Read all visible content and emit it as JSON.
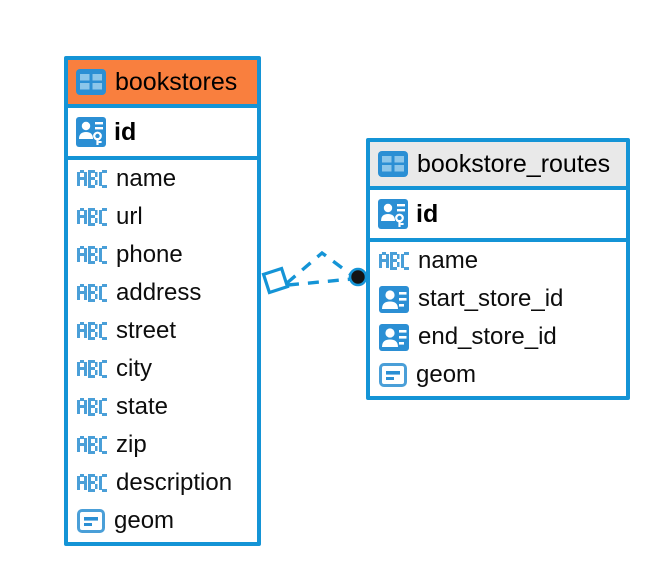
{
  "diagram": {
    "type": "entity-relationship-diagram",
    "background": "#ffffff",
    "accent_color": "#1494d6",
    "header_orange": "#f97f3e",
    "header_grey": "#e9e9e9",
    "entities": [
      {
        "name": "bookstores",
        "header_style": "orange",
        "table_icon": "table-icon",
        "primary_key": {
          "label": "id",
          "icon": "primary-key-icon"
        },
        "fields": [
          {
            "label": "name",
            "icon": "abc-text-icon"
          },
          {
            "label": "url",
            "icon": "abc-text-icon"
          },
          {
            "label": "phone",
            "icon": "abc-text-icon"
          },
          {
            "label": "address",
            "icon": "abc-text-icon"
          },
          {
            "label": "street",
            "icon": "abc-text-icon"
          },
          {
            "label": "city",
            "icon": "abc-text-icon"
          },
          {
            "label": "state",
            "icon": "abc-text-icon"
          },
          {
            "label": "zip",
            "icon": "abc-text-icon"
          },
          {
            "label": "description",
            "icon": "abc-text-icon"
          },
          {
            "label": "geom",
            "icon": "geometry-icon"
          }
        ]
      },
      {
        "name": "bookstore_routes",
        "header_style": "grey",
        "table_icon": "table-icon",
        "primary_key": {
          "label": "id",
          "icon": "primary-key-icon"
        },
        "fields": [
          {
            "label": "name",
            "icon": "abc-text-icon"
          },
          {
            "label": "start_store_id",
            "icon": "foreign-key-icon"
          },
          {
            "label": "end_store_id",
            "icon": "foreign-key-icon"
          },
          {
            "label": "geom",
            "icon": "geometry-icon"
          }
        ]
      }
    ],
    "relationship": {
      "source": "bookstores",
      "target": "bookstore_routes",
      "line_style": "dashed",
      "source_marker": "diamond",
      "target_marker": "filled-circle",
      "color": "#1494d6"
    }
  }
}
